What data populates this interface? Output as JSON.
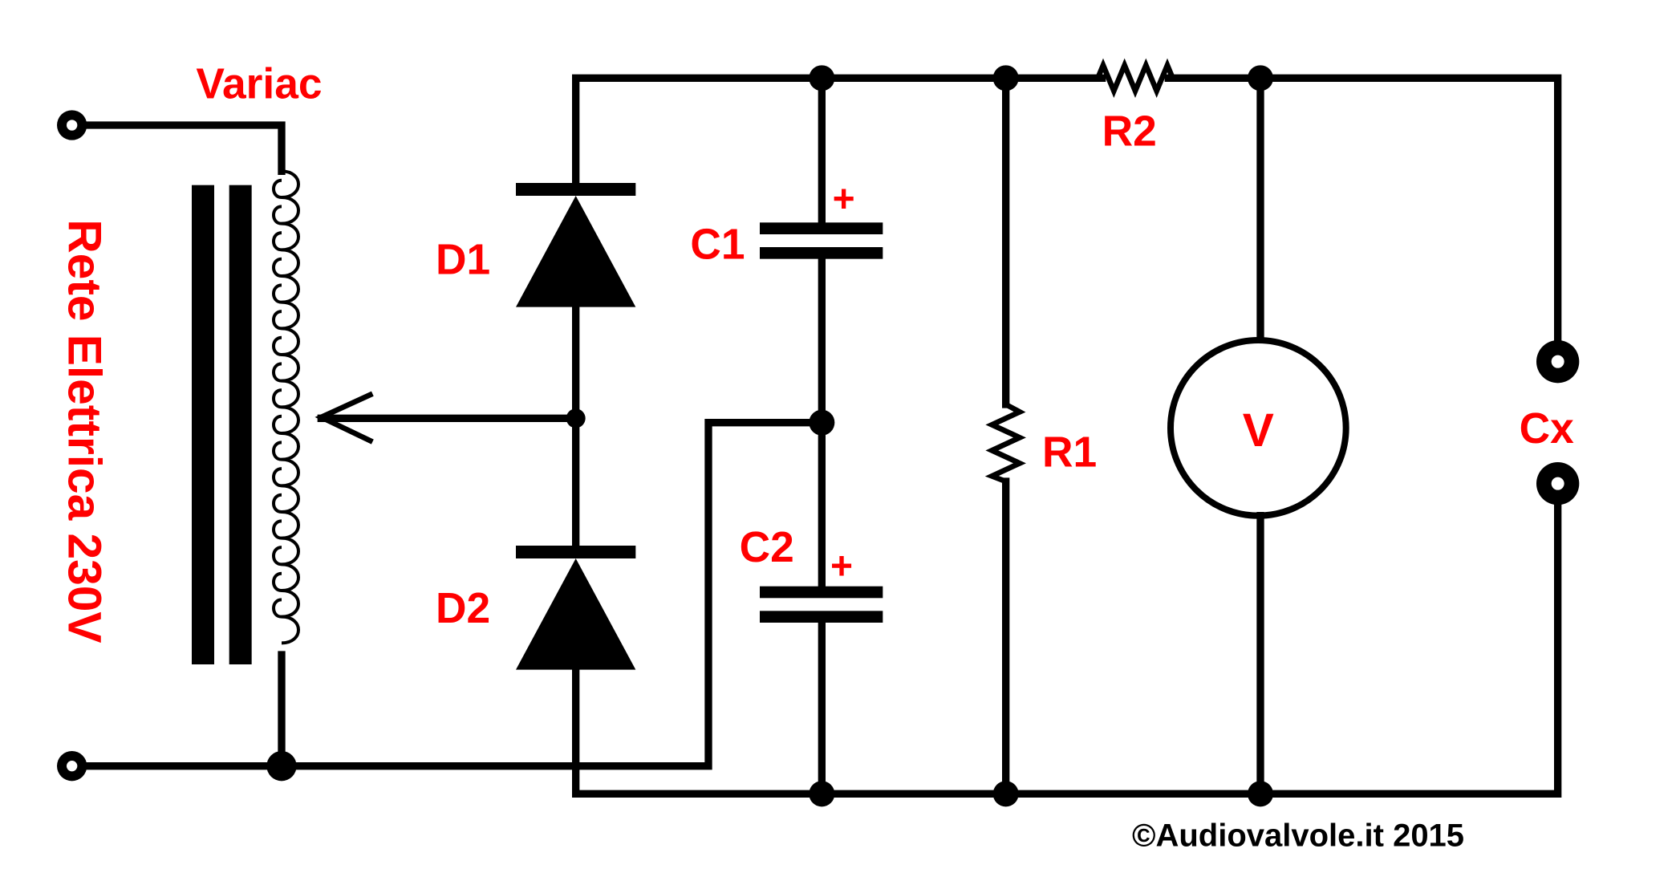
{
  "labels": {
    "variac": "Variac",
    "mains": "Rete Elettrica 230V",
    "d1": "D1",
    "d2": "D2",
    "c1": "C1",
    "c2": "C2",
    "c1_polarity": "+",
    "c2_polarity": "+",
    "r1": "R1",
    "r2": "R2",
    "voltmeter": "V",
    "cx": "Cx",
    "copyright": "©Audiovalvole.it 2015"
  },
  "colors": {
    "label": "#ff0000",
    "wire": "#000000",
    "copyright": "#000000"
  }
}
